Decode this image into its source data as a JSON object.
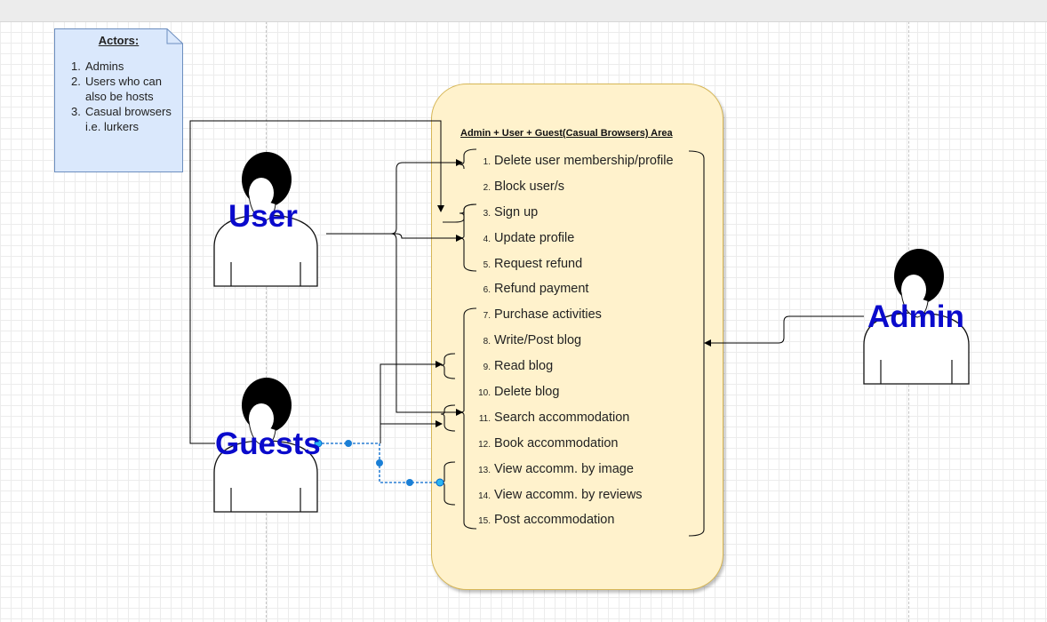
{
  "note": {
    "title": "Actors:",
    "items": [
      "Admins",
      "Users who can also be hosts",
      "Casual browsers i.e. lurkers"
    ]
  },
  "area": {
    "title": "Admin + User + Guest(Casual Browsers) Area",
    "use_cases": [
      {
        "num": "1.",
        "label": "Delete user membership/profile"
      },
      {
        "num": "2.",
        "label": "Block user/s"
      },
      {
        "num": "3.",
        "label": "Sign up"
      },
      {
        "num": "4.",
        "label": "Update profile"
      },
      {
        "num": "5.",
        "label": "Request refund"
      },
      {
        "num": "6.",
        "label": "Refund payment"
      },
      {
        "num": "7.",
        "label": "Purchase activities"
      },
      {
        "num": "8.",
        "label": "Write/Post blog"
      },
      {
        "num": "9.",
        "label": "Read blog"
      },
      {
        "num": "10.",
        "label": "Delete blog"
      },
      {
        "num": "11.",
        "label": "Search accommodation"
      },
      {
        "num": "12.",
        "label": "Book accommodation"
      },
      {
        "num": "13.",
        "label": "View accomm. by image"
      },
      {
        "num": "14.",
        "label": "View accomm. by reviews"
      },
      {
        "num": "15.",
        "label": "Post accommodation"
      }
    ]
  },
  "actors": {
    "user": "User",
    "guests": "Guests",
    "admin": "Admin"
  },
  "colors": {
    "note_fill": "#dae8fc",
    "note_stroke": "#6c8ebf",
    "area_fill": "#fff2cc",
    "area_stroke": "#d6b656",
    "actor_label": "#0a0acc",
    "selected_edge": "#0066cc"
  }
}
